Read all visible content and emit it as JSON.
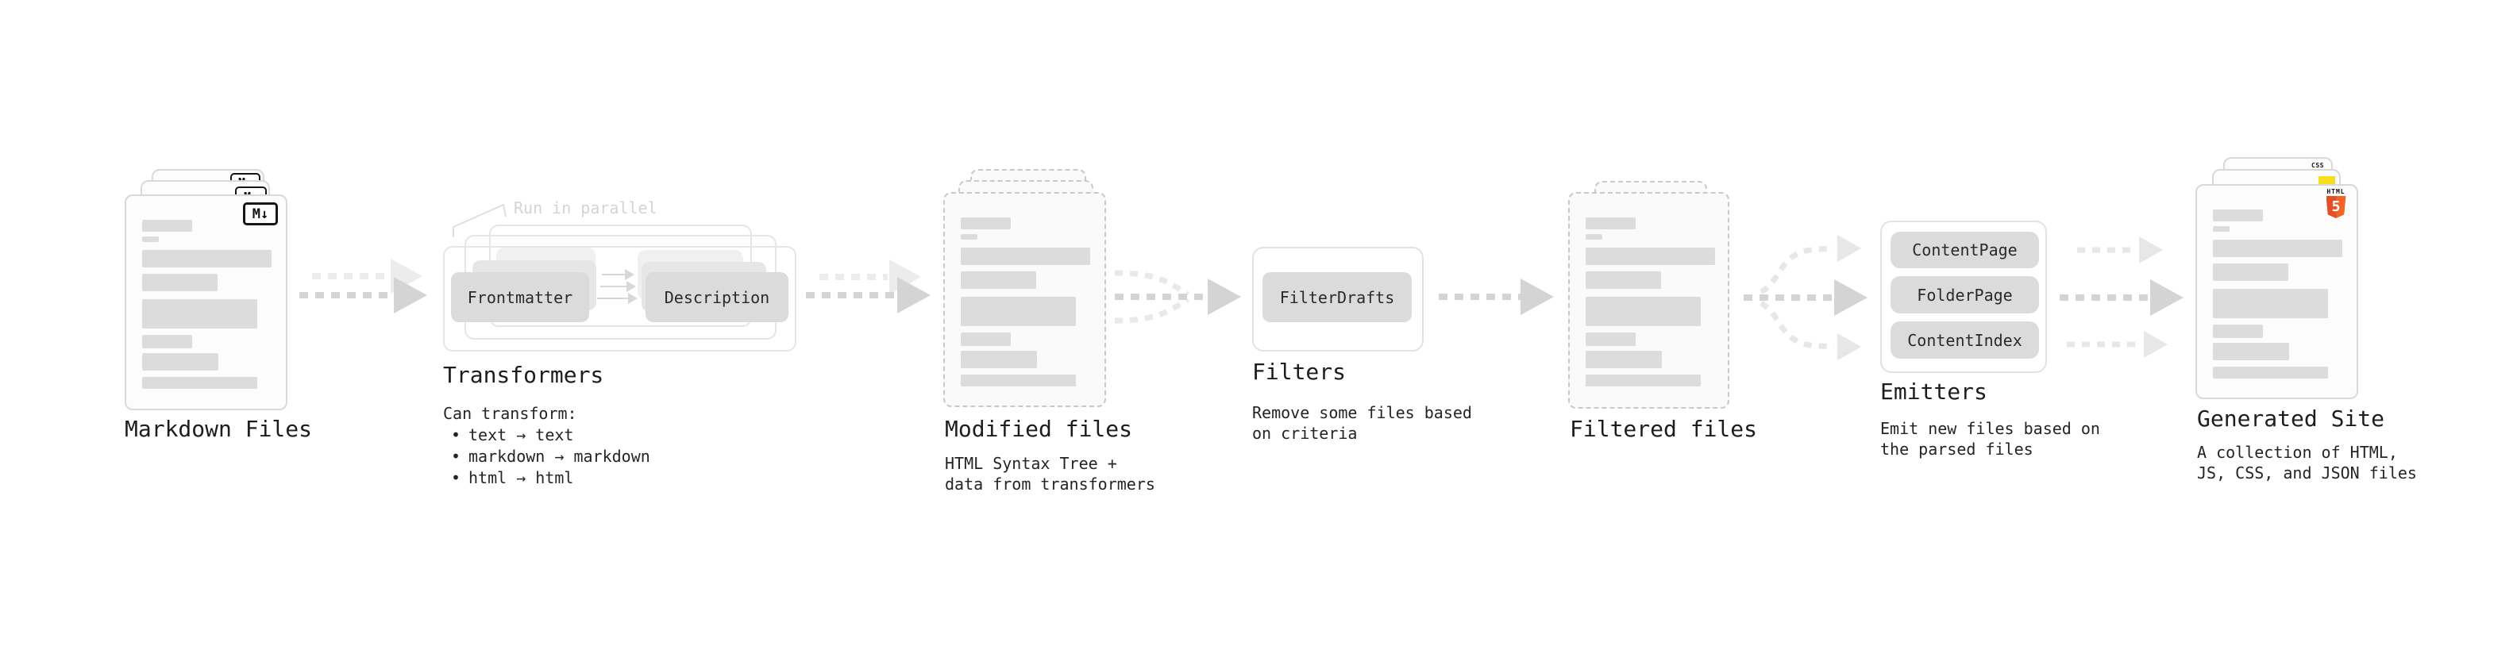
{
  "ui": {
    "bullet": "•"
  },
  "stages": {
    "markdown": {
      "title": "Markdown Files",
      "badge": "M↓"
    },
    "transformers": {
      "title": "Transformers",
      "annotation": "Run in parallel",
      "input_box": "Frontmatter",
      "output_box": "Description",
      "desc_intro": "Can transform:",
      "bullets": [
        "text → text",
        "markdown → markdown",
        "html → html"
      ]
    },
    "modified": {
      "title": "Modified files",
      "subtitle": "HTML Syntax Tree +\ndata from transformers"
    },
    "filters": {
      "title": "Filters",
      "box": "FilterDrafts",
      "subtitle": "Remove some files based\non criteria"
    },
    "filtered": {
      "title": "Filtered files"
    },
    "emitters": {
      "title": "Emitters",
      "boxes": [
        "ContentPage",
        "FolderPage",
        "ContentIndex"
      ],
      "subtitle": "Emit new files based on\nthe parsed files"
    },
    "generated": {
      "title": "Generated Site",
      "subtitle": "A collection of HTML,\nJS, CSS, and JSON files",
      "html_label": "HTML",
      "html5_number": "5",
      "css_label": "CSS"
    }
  },
  "colors": {
    "html5_orange": "#e34f26",
    "js_yellow": "#f7df1e",
    "css_blue": "#2760e8",
    "box_gray": "#dbdbdb",
    "arrow_gray": "#d4d4d4",
    "arrow_light": "#ececec"
  }
}
